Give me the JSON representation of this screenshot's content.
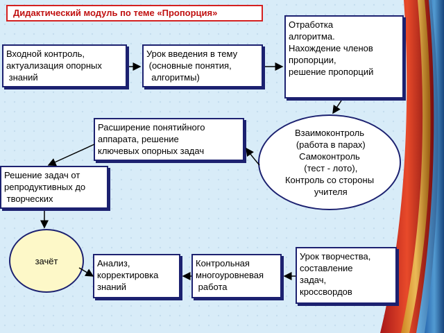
{
  "title": "Дидактический модуль по теме «Пропорция»",
  "nodes": {
    "entry": "Входной контроль,\nактуализация опорных\n знаний",
    "intro": "Урок введения в тему\n (основные понятия,\n  алгоритмы)",
    "algo": "Отработка\nалгоритма.\nНахождение членов\nпропорции,\nрешение пропорций",
    "control": "Взаимоконтроль\n (работа в парах)\nСамоконтроль\n (тест - лото),\nКонтроль со стороны\n учителя",
    "expand": "Расширение понятийного\nаппарата, решение\nключевых опорных задач",
    "tasks": "Решение задач от\nрепродуктивных до\n творческих",
    "zachet": "зачёт",
    "analysis": "Анализ,\nкорректировка\nзнаний",
    "multilevel": "Контрольная\nмногоуровневая\n работа",
    "creative": "Урок творчества,\nсоставление\nзадач,\nкроссвордов"
  },
  "colors": {
    "background": "#d8ecf8",
    "border": "#1c2170",
    "title_border": "#d42020",
    "title_text": "#c01010",
    "zachet_fill": "#fdf8c8"
  }
}
